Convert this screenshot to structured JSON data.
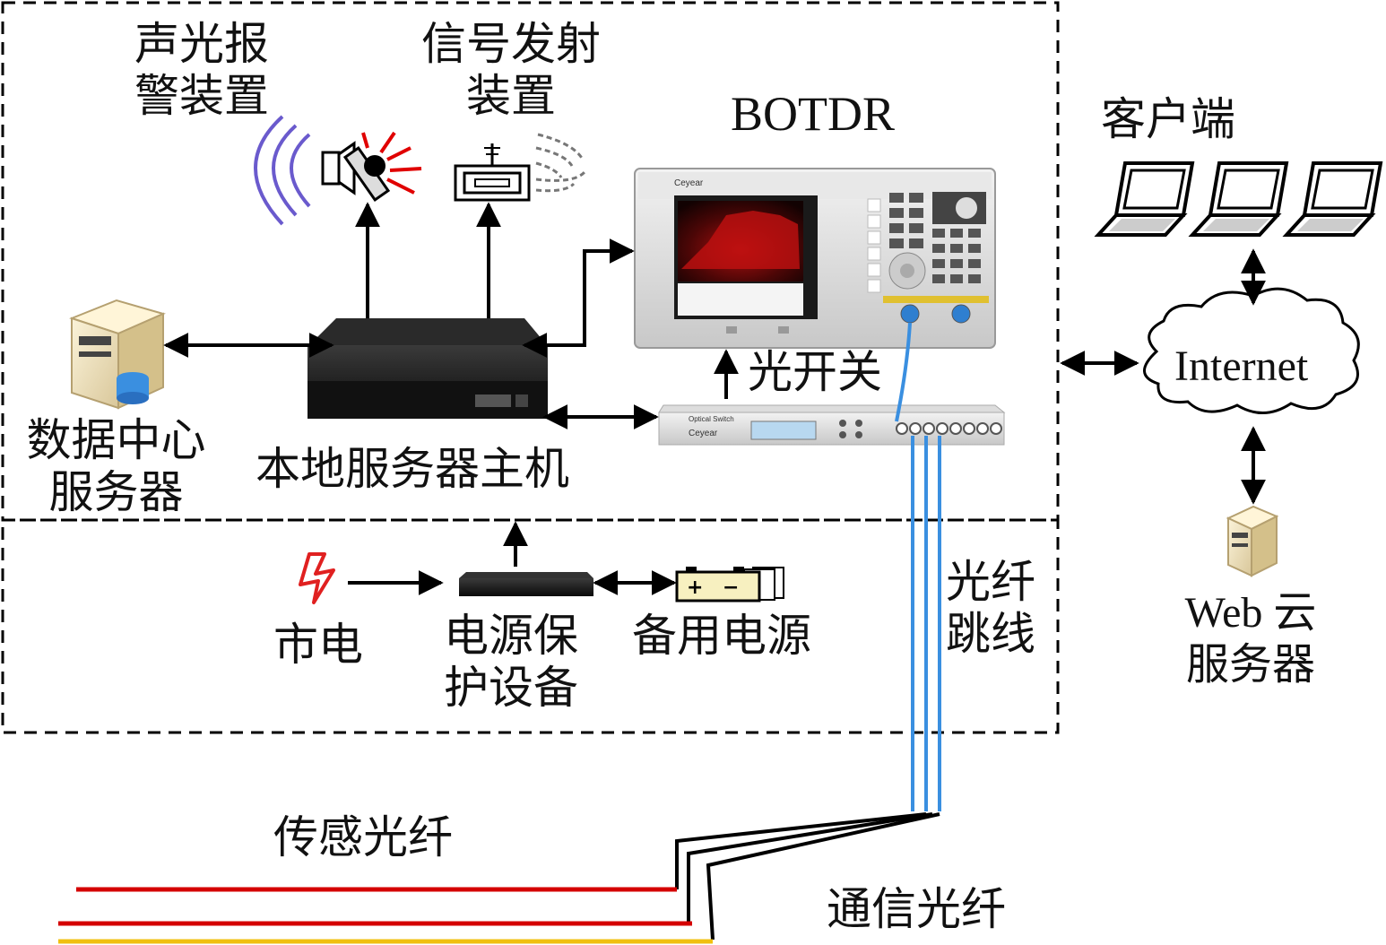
{
  "labels": {
    "alarm": [
      "声光报",
      "警装置"
    ],
    "signal_tx": [
      "信号发射",
      "装置"
    ],
    "botdr": "BOTDR",
    "client": "客户端",
    "data_center": [
      "数据中心",
      "服务器"
    ],
    "local_server": "本地服务器主机",
    "optical_switch": "光开关",
    "internet": "Internet",
    "web_cloud": [
      "Web 云",
      "服务器"
    ],
    "mains": "市电",
    "power_protect": [
      "电源保",
      "护设备"
    ],
    "backup_power": "备用电源",
    "patch_cord": [
      "光纤",
      "跳线"
    ],
    "sensing_fiber": "传感光纤",
    "comm_fiber": "通信光纤"
  },
  "device_text": {
    "botdr_brand": "Ceyear",
    "switch_brand": "Ceyear",
    "switch_title": "Optical Switch"
  },
  "colors": {
    "arrow": "#000000",
    "fiber_blue": "#3a8fe0",
    "fiber_red": "#d40000",
    "fiber_yellow": "#f0c010",
    "mains_bolt": "#e02020",
    "alarm_waves": "#6a5acd",
    "alarm_rays": "#e00000"
  }
}
